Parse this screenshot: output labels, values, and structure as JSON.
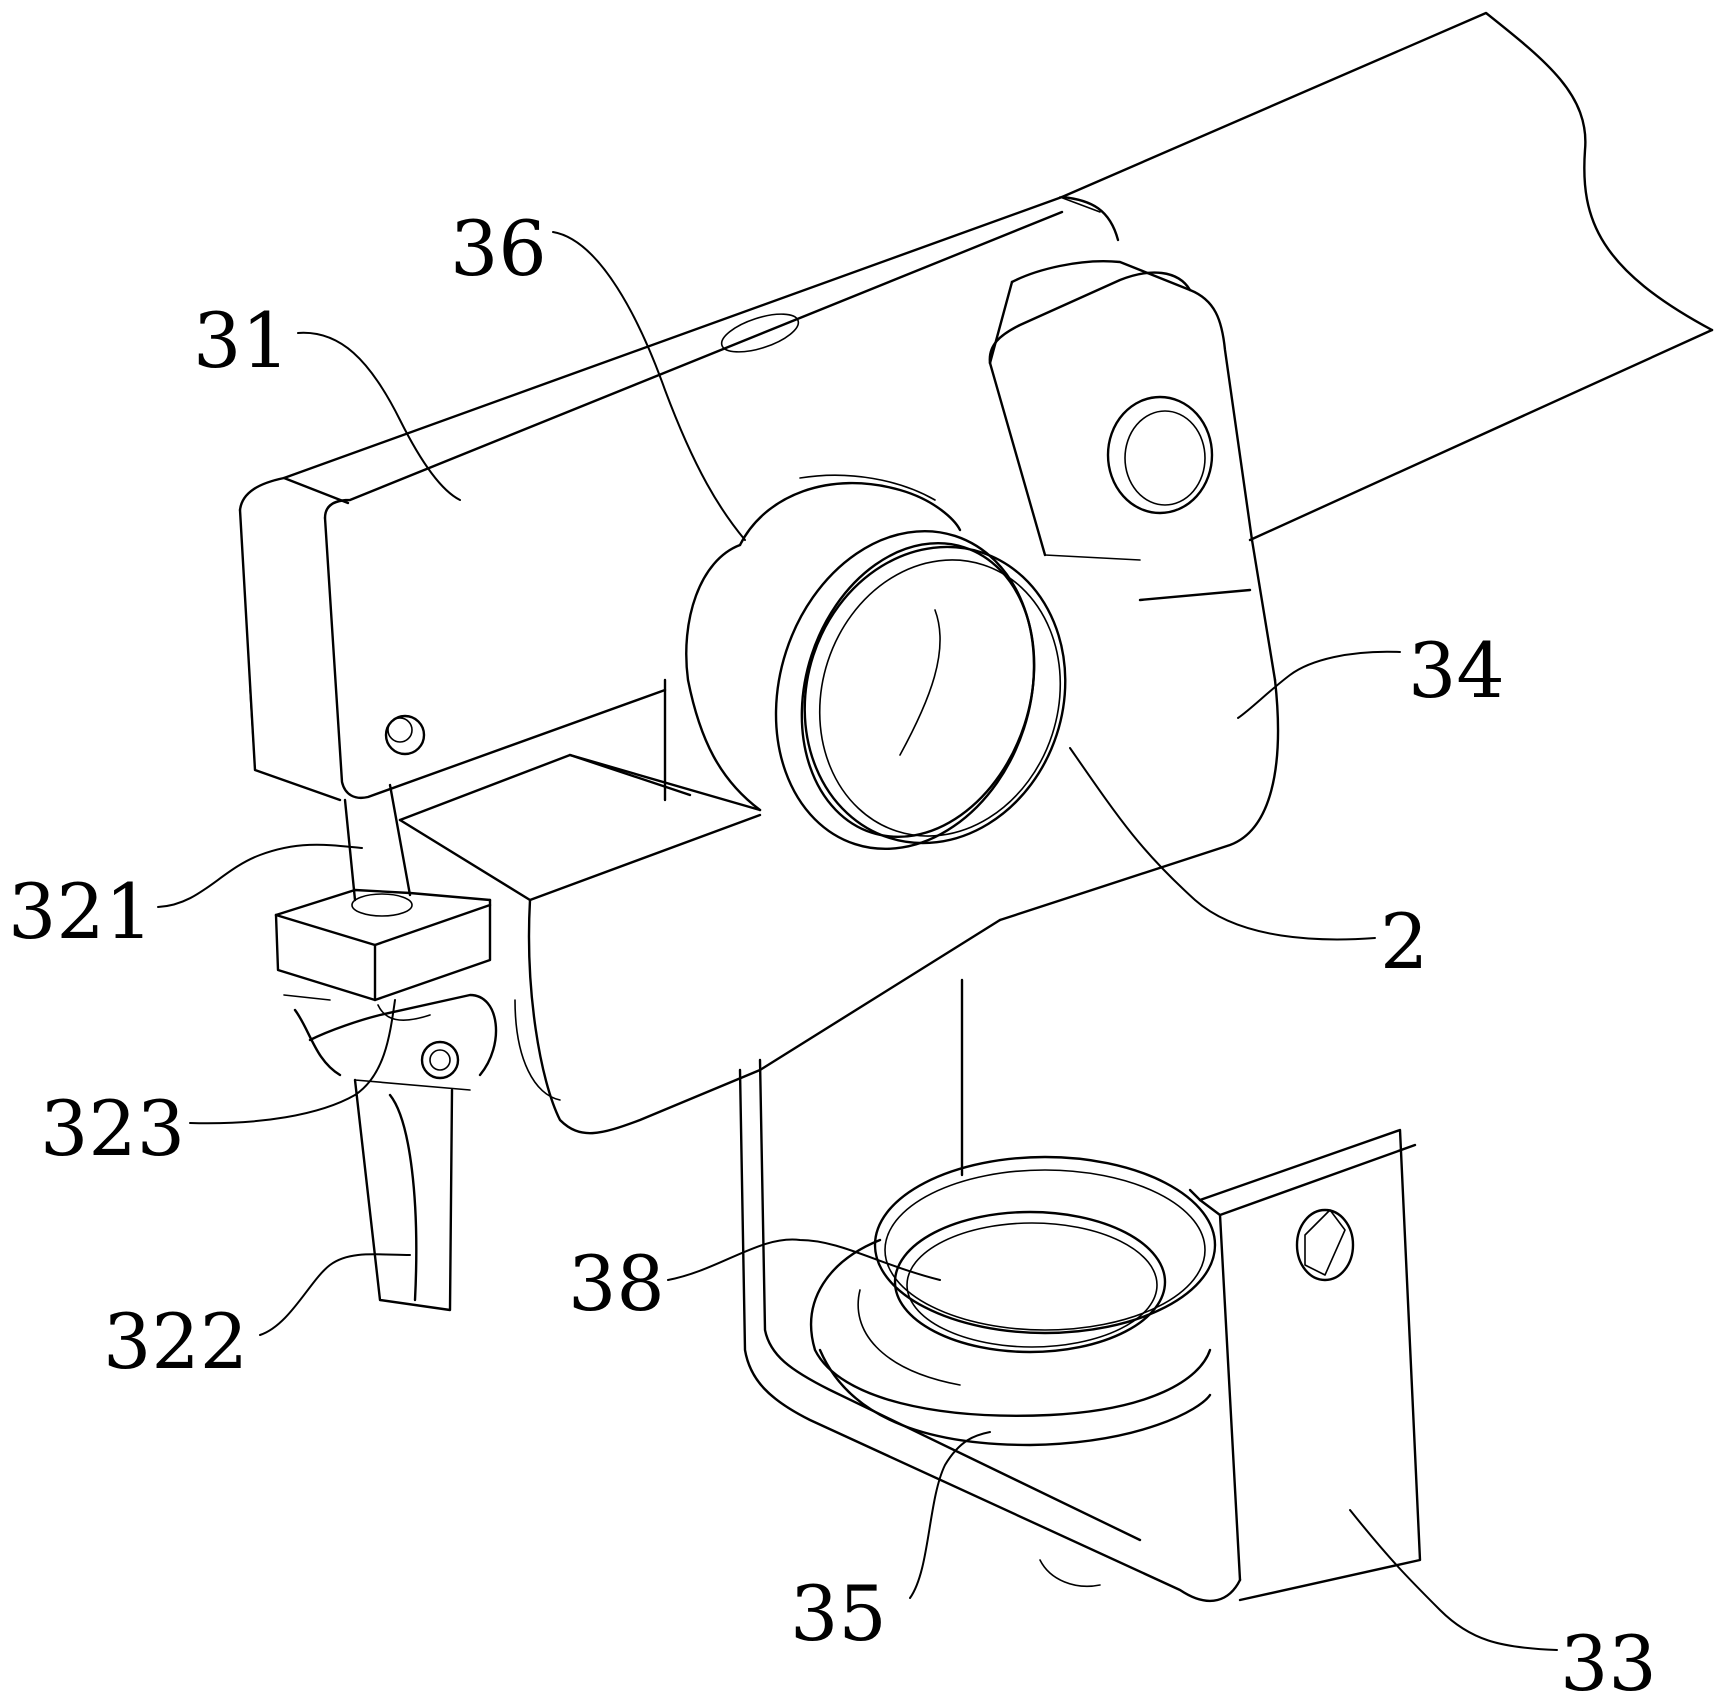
{
  "figure": {
    "labels": [
      {
        "id": "label-36",
        "text": "36"
      },
      {
        "id": "label-31",
        "text": "31"
      },
      {
        "id": "label-34",
        "text": "34"
      },
      {
        "id": "label-2",
        "text": "2"
      },
      {
        "id": "label-321",
        "text": "321"
      },
      {
        "id": "label-323",
        "text": "323"
      },
      {
        "id": "label-322",
        "text": "322"
      },
      {
        "id": "label-38",
        "text": "38"
      },
      {
        "id": "label-35",
        "text": "35"
      },
      {
        "id": "label-33",
        "text": "33"
      }
    ]
  }
}
